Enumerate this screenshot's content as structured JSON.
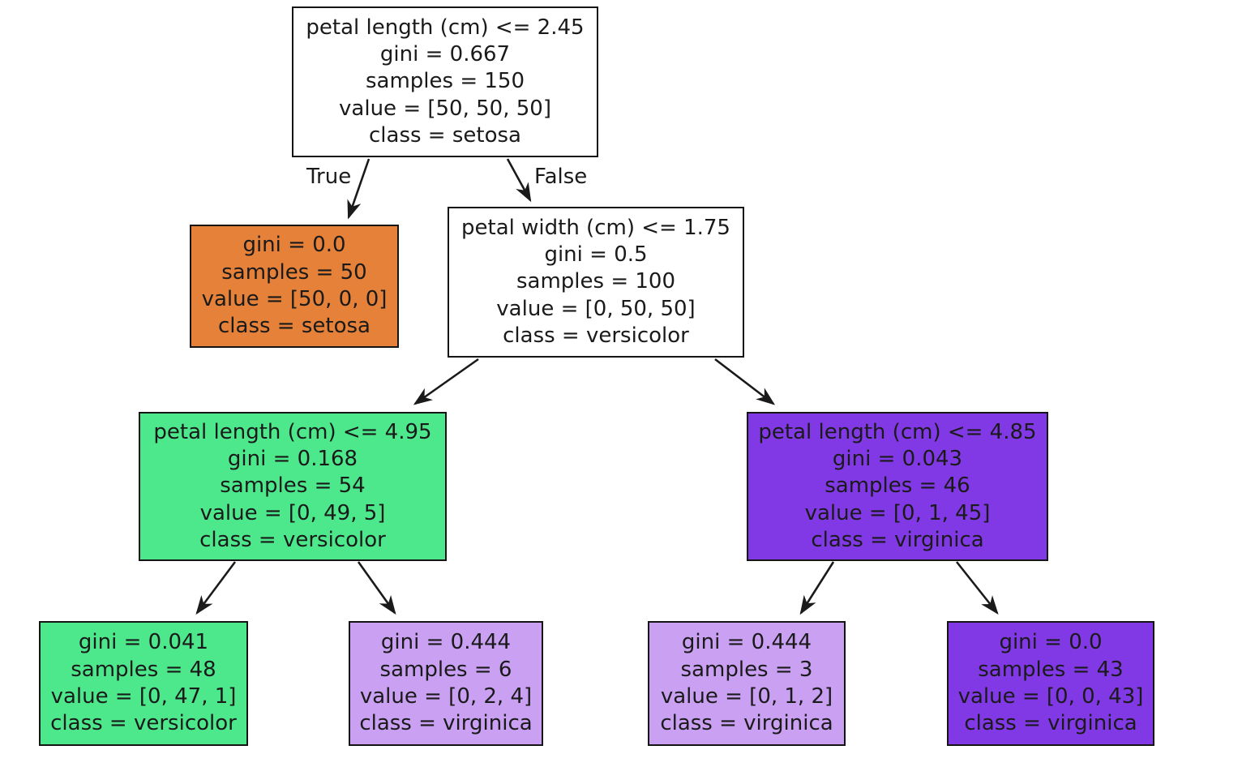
{
  "figure": {
    "type": "decision-tree-diagram",
    "title": "",
    "background_color": "#ffffff",
    "border_color": "#151515",
    "text_color": "#1a1a1a"
  },
  "palette": {
    "neutral": "#ffffff",
    "setosa_strong": "#e58139",
    "versicolor_strong": "#4de88c",
    "versicolor_leaf": "#4de88c",
    "virginica_strong": "#8139e5",
    "virginica_light": "#c9a0f2"
  },
  "edge_labels": {
    "true": "True",
    "false": "False"
  },
  "nodes": [
    {
      "id": "root",
      "condition": "petal length (cm) <= 2.45",
      "gini": "gini = 0.667",
      "samples": "samples = 150",
      "value": "value = [50, 50, 50]",
      "class": "class = setosa",
      "fill": "#ffffff"
    },
    {
      "id": "n1",
      "condition": "",
      "gini": "gini = 0.0",
      "samples": "samples = 50",
      "value": "value = [50, 0, 0]",
      "class": "class = setosa",
      "fill": "#e58139"
    },
    {
      "id": "n2",
      "condition": "petal width (cm) <= 1.75",
      "gini": "gini = 0.5",
      "samples": "samples = 100",
      "value": "value = [0, 50, 50]",
      "class": "class = versicolor",
      "fill": "#ffffff"
    },
    {
      "id": "n3",
      "condition": "petal length (cm) <= 4.95",
      "gini": "gini = 0.168",
      "samples": "samples = 54",
      "value": "value = [0, 49, 5]",
      "class": "class = versicolor",
      "fill": "#4de88c"
    },
    {
      "id": "n4",
      "condition": "petal length (cm) <= 4.85",
      "gini": "gini = 0.043",
      "samples": "samples = 46",
      "value": "value = [0, 1, 45]",
      "class": "class = virginica",
      "fill": "#8139e5"
    },
    {
      "id": "n5",
      "condition": "",
      "gini": "gini = 0.041",
      "samples": "samples = 48",
      "value": "value = [0, 47, 1]",
      "class": "class = versicolor",
      "fill": "#4de88c"
    },
    {
      "id": "n6",
      "condition": "",
      "gini": "gini = 0.444",
      "samples": "samples = 6",
      "value": "value = [0, 2, 4]",
      "class": "class = virginica",
      "fill": "#c9a0f2"
    },
    {
      "id": "n7",
      "condition": "",
      "gini": "gini = 0.444",
      "samples": "samples = 3",
      "value": "value = [0, 1, 2]",
      "class": "class = virginica",
      "fill": "#c9a0f2"
    },
    {
      "id": "n8",
      "condition": "",
      "gini": "gini = 0.0",
      "samples": "samples = 43",
      "value": "value = [0, 0, 43]",
      "class": "class = virginica",
      "fill": "#8139e5"
    }
  ],
  "chart_data": {
    "type": "tree",
    "title": "Iris decision tree (gini)",
    "class_names": [
      "setosa",
      "versicolor",
      "virginica"
    ],
    "feature_names": [
      "petal length (cm)",
      "petal width (cm)"
    ],
    "criterion": "gini",
    "total_samples": 150,
    "depth": 3,
    "tree": {
      "id": "root",
      "feature": "petal length (cm)",
      "threshold": 2.45,
      "gini": 0.667,
      "samples": 150,
      "value": [
        50,
        50,
        50
      ],
      "class": "setosa",
      "children": [
        {
          "id": "n1",
          "branch": "True",
          "leaf": true,
          "gini": 0.0,
          "samples": 50,
          "value": [
            50,
            0,
            0
          ],
          "class": "setosa"
        },
        {
          "id": "n2",
          "branch": "False",
          "feature": "petal width (cm)",
          "threshold": 1.75,
          "gini": 0.5,
          "samples": 100,
          "value": [
            0,
            50,
            50
          ],
          "class": "versicolor",
          "children": [
            {
              "id": "n3",
              "branch": "True",
              "feature": "petal length (cm)",
              "threshold": 4.95,
              "gini": 0.168,
              "samples": 54,
              "value": [
                0,
                49,
                5
              ],
              "class": "versicolor",
              "children": [
                {
                  "id": "n5",
                  "branch": "True",
                  "leaf": true,
                  "gini": 0.041,
                  "samples": 48,
                  "value": [
                    0,
                    47,
                    1
                  ],
                  "class": "versicolor"
                },
                {
                  "id": "n6",
                  "branch": "False",
                  "leaf": true,
                  "gini": 0.444,
                  "samples": 6,
                  "value": [
                    0,
                    2,
                    4
                  ],
                  "class": "virginica"
                }
              ]
            },
            {
              "id": "n4",
              "branch": "False",
              "feature": "petal length (cm)",
              "threshold": 4.85,
              "gini": 0.043,
              "samples": 46,
              "value": [
                0,
                1,
                45
              ],
              "class": "virginica",
              "children": [
                {
                  "id": "n7",
                  "branch": "True",
                  "leaf": true,
                  "gini": 0.444,
                  "samples": 3,
                  "value": [
                    0,
                    1,
                    2
                  ],
                  "class": "virginica"
                },
                {
                  "id": "n8",
                  "branch": "False",
                  "leaf": true,
                  "gini": 0.0,
                  "samples": 43,
                  "value": [
                    0,
                    0,
                    43
                  ],
                  "class": "virginica"
                }
              ]
            }
          ]
        }
      ]
    }
  }
}
